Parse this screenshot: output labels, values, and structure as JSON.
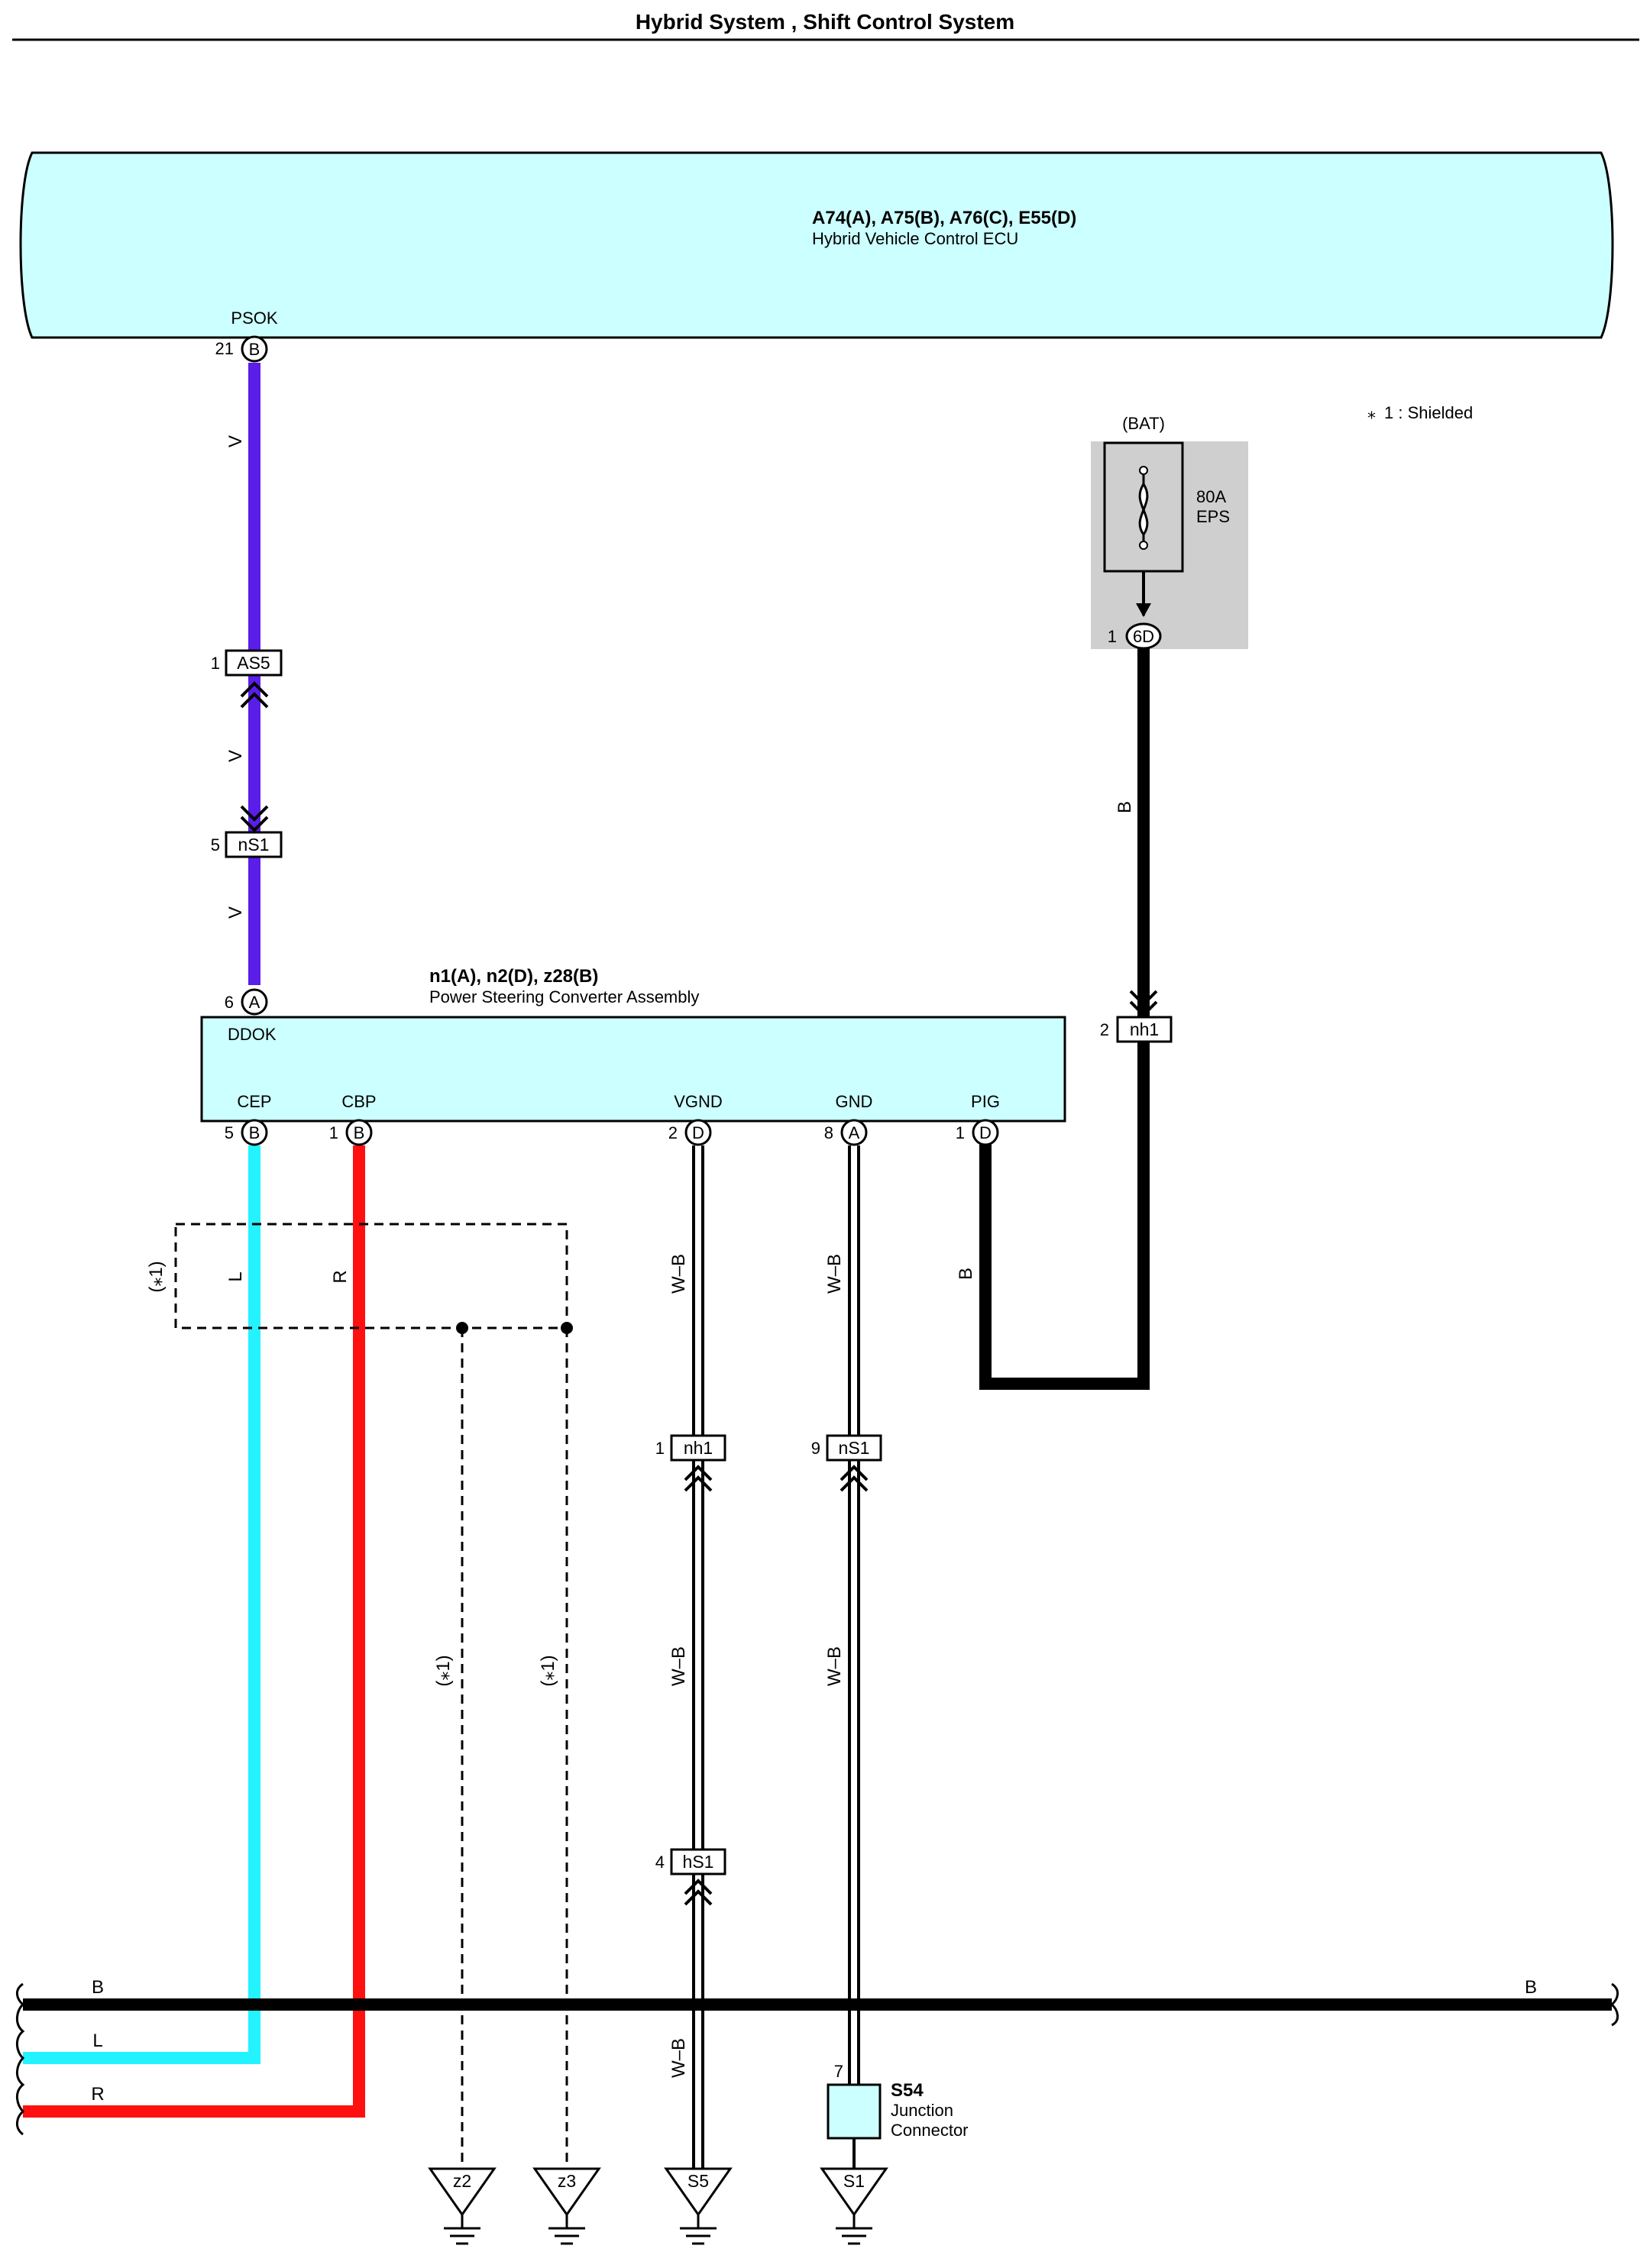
{
  "header": {
    "title": "Hybrid System , Shift Control System"
  },
  "note": {
    "text": "1 : Shielded"
  },
  "ecu": {
    "code": "A74(A), A75(B), A76(C), E55(D)",
    "name": "Hybrid Vehicle Control ECU",
    "terminal": "PSOK",
    "pin": "21",
    "pin_conn": "B"
  },
  "fuse": {
    "source": "(BAT)",
    "rating": "80A",
    "name": "EPS",
    "pin": "1",
    "conn": "6D"
  },
  "converter": {
    "code": "n1(A), n2(D), z28(B)",
    "name": "Power Steering Converter Assembly",
    "top_terminal": "DDOK",
    "top_pin": "6",
    "top_conn": "A",
    "terminals": [
      {
        "label": "CEP",
        "pin": "5",
        "conn": "B"
      },
      {
        "label": "CBP",
        "pin": "1",
        "conn": "B"
      },
      {
        "label": "VGND",
        "pin": "2",
        "conn": "D"
      },
      {
        "label": "GND",
        "pin": "8",
        "conn": "A"
      },
      {
        "label": "PIG",
        "pin": "1",
        "conn": "D"
      }
    ]
  },
  "inline_connectors": {
    "as5": {
      "pin": "1",
      "name": "AS5"
    },
    "ns1_top": {
      "pin": "5",
      "name": "nS1"
    },
    "nh1_right": {
      "pin": "2",
      "name": "nh1"
    },
    "nh1_mid": {
      "pin": "1",
      "name": "nh1"
    },
    "ns1_mid": {
      "pin": "9",
      "name": "nS1"
    },
    "hs1": {
      "pin": "4",
      "name": "hS1"
    }
  },
  "wire_colors": {
    "v1": "V",
    "v2": "V",
    "v3": "V",
    "b_fuse": "B",
    "b_pig": "B",
    "l_shield": "L",
    "r_shield": "R",
    "wb1": "W–B",
    "wb2": "W–B",
    "wb3": "W–B",
    "wb4": "W–B",
    "wb5": "W–B",
    "shield1": "(⁎1)",
    "shield2": "(⁎1)",
    "shield3": "(⁎1)",
    "bus_b_left": "B",
    "bus_b_right": "B",
    "bus_l": "L",
    "bus_r": "R"
  },
  "junction": {
    "pin": "7",
    "code": "S54",
    "name_line1": "Junction",
    "name_line2": "Connector"
  },
  "grounds": [
    "z2",
    "z3",
    "S5",
    "S1"
  ],
  "colors": {
    "ecu_fill": "#ccffff",
    "violet": "#5a1ee8",
    "cyan": "#22f3ff",
    "red": "#ff1010",
    "black": "#000000",
    "fuse_bg": "#cfcfcf"
  }
}
